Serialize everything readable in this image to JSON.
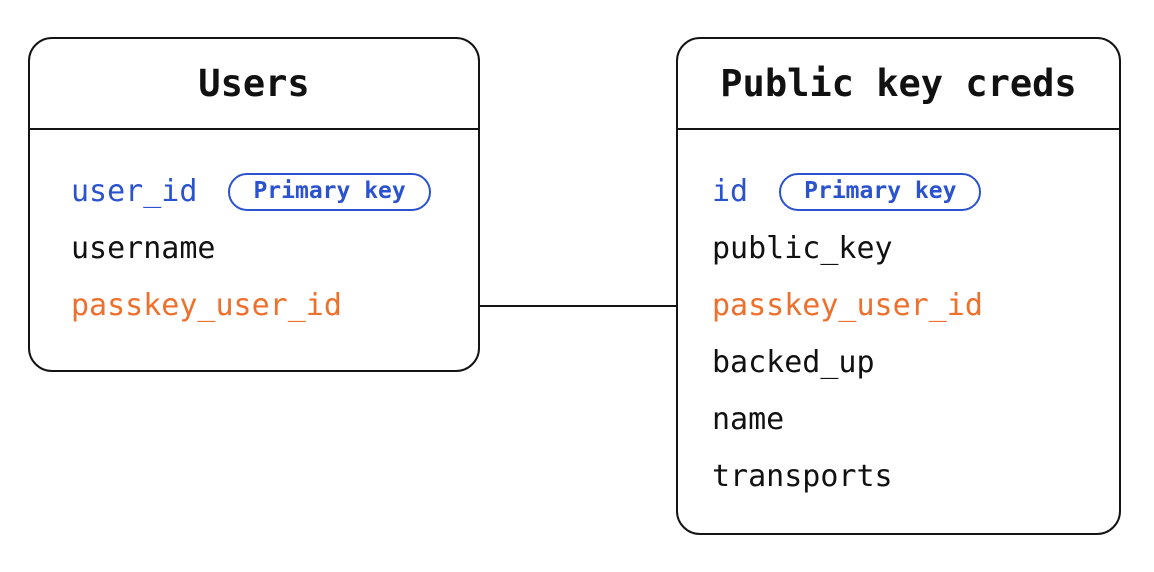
{
  "diagram": {
    "type": "entity-relationship",
    "colors": {
      "background": "#ffffff",
      "box_border": "#141414",
      "field_default": "#111111",
      "primary_key_blue": "#2b52cf",
      "foreign_key_orange": "#ed702c"
    },
    "tables": [
      {
        "title": "Users",
        "fields": [
          {
            "name": "user_id",
            "badge": "Primary key",
            "role": "primary-key"
          },
          {
            "name": "username",
            "role": "normal"
          },
          {
            "name": "passkey_user_id",
            "role": "foreign-key"
          }
        ]
      },
      {
        "title": "Public key creds",
        "fields": [
          {
            "name": "id",
            "badge": "Primary key",
            "role": "primary-key"
          },
          {
            "name": "public_key",
            "role": "normal"
          },
          {
            "name": "passkey_user_id",
            "role": "foreign-key"
          },
          {
            "name": "backed_up",
            "role": "normal"
          },
          {
            "name": "name",
            "role": "normal"
          },
          {
            "name": "transports",
            "role": "normal"
          }
        ]
      }
    ],
    "relation": {
      "from": "Users.passkey_user_id",
      "to": "Public key creds.passkey_user_id",
      "style": "straight-horizontal-line"
    }
  }
}
